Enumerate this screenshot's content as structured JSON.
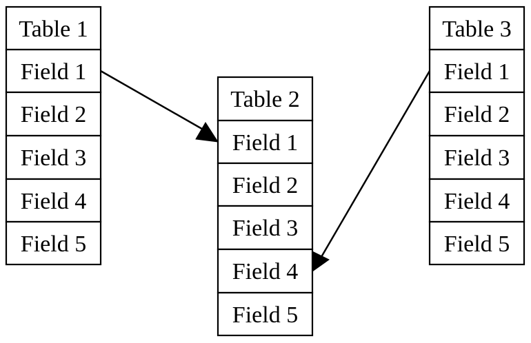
{
  "diagram": {
    "tables": [
      {
        "id": "table1",
        "cells": [
          "Table 1",
          "Field 1",
          "Field 2",
          "Field 3",
          "Field 4",
          "Field 5"
        ]
      },
      {
        "id": "table2",
        "cells": [
          "Table 2",
          "Field 1",
          "Field 2",
          "Field 3",
          "Field 4",
          "Field 5"
        ]
      },
      {
        "id": "table3",
        "cells": [
          "Table 3",
          "Field 1",
          "Field 2",
          "Field 3",
          "Field 4",
          "Field 5"
        ]
      }
    ],
    "edges": [
      {
        "from": "Table 1 / Field 1",
        "to": "Table 2 / Field 1"
      },
      {
        "from": "Table 3 / Field 1",
        "to": "Table 2 / Field 4"
      }
    ],
    "colors": {
      "stroke": "#000000",
      "fill": "#ffffff",
      "text": "#000000"
    }
  }
}
